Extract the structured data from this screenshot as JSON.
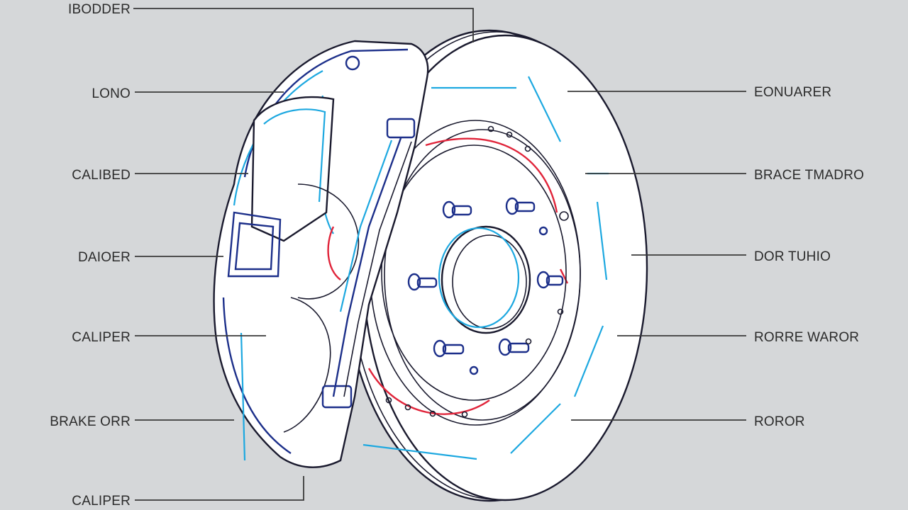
{
  "labels": {
    "left": [
      "IBODDER",
      "LONO",
      "CALIBED",
      "DAIOER",
      "CALIPER",
      "BRAKE ORR",
      "CALIPER"
    ],
    "right": [
      "EONUARER",
      "BRACE TMADRO",
      "DOR TUHIO",
      "RORRE WAROR",
      "ROROR"
    ]
  },
  "colors": {
    "background": "#d5d7d9",
    "outline": "#1a1a2e",
    "accent_blue": "#1da8e0",
    "accent_navy": "#1c2f8a",
    "accent_red": "#e0243a"
  }
}
